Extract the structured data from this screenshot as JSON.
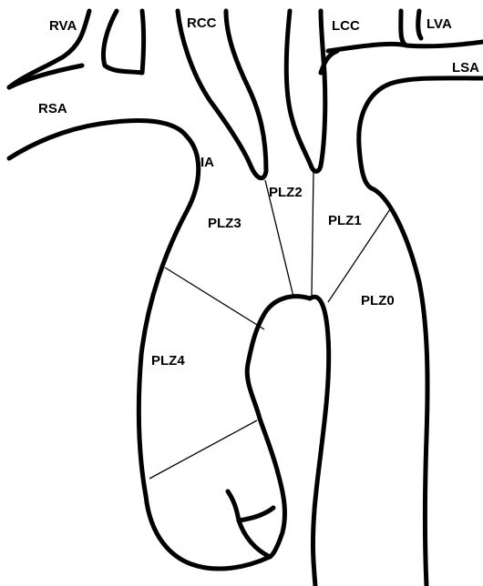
{
  "vessel_labels": {
    "rva": "RVA",
    "rcc": "RCC",
    "lcc": "LCC",
    "lva": "LVA",
    "lsa": "LSA",
    "rsa": "RSA",
    "ia": "IA"
  },
  "zone_labels": {
    "plz0": "PLZ0",
    "plz1": "PLZ1",
    "plz2": "PLZ2",
    "plz3": "PLZ3",
    "plz4": "PLZ4"
  },
  "colors": {
    "line": "#000000",
    "background": "#ffffff"
  }
}
